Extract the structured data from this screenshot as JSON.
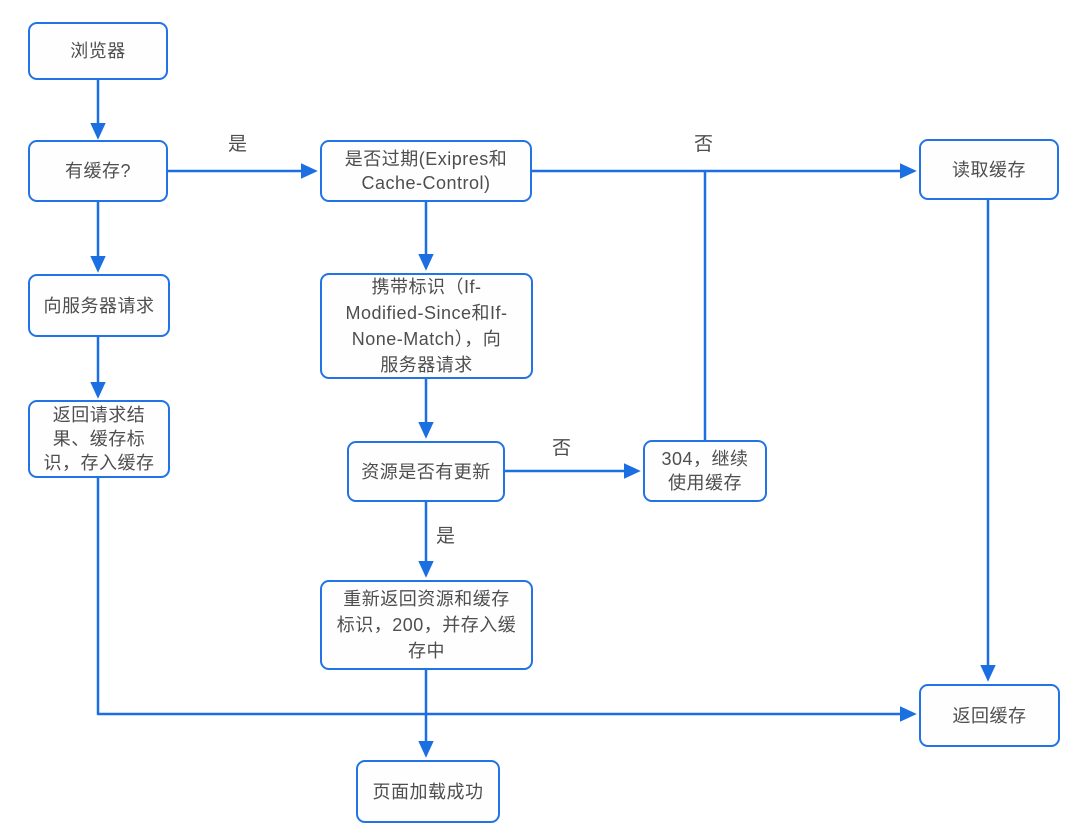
{
  "diagram": {
    "type": "flowchart",
    "colors": {
      "line": "#1b6fe0",
      "box_border": "#2274e6",
      "box_fill": "#fefefe",
      "text": "#4e4e4e",
      "background": "#ffffff"
    },
    "nodes": {
      "browser": {
        "label": "浏览器"
      },
      "has_cache": {
        "label": "有缓存?"
      },
      "is_expired": {
        "label": "是否过期(Exipres和\nCache-Control)"
      },
      "read_cache": {
        "label": "读取缓存"
      },
      "request_server": {
        "label": "向服务器请求"
      },
      "store_result": {
        "label": "返回请求结\n果、缓存标\n识，存入缓存"
      },
      "carry_identifier": {
        "label": "携带标识（If-\nModified-Since和If-\nNone-Match），向\n服务器请求"
      },
      "resource_updated": {
        "label": "资源是否有更新"
      },
      "use_cache_304": {
        "label": "304，继续\n使用缓存"
      },
      "return_resource_200": {
        "label": "重新返回资源和缓存\n标识，200，并存入缓\n存中"
      },
      "return_cache": {
        "label": "返回缓存"
      },
      "page_loaded": {
        "label": "页面加载成功"
      }
    },
    "edge_labels": {
      "has_cache_yes": "是",
      "not_expired_no": "否",
      "resource_not_updated_no": "否",
      "resource_updated_yes": "是"
    }
  }
}
